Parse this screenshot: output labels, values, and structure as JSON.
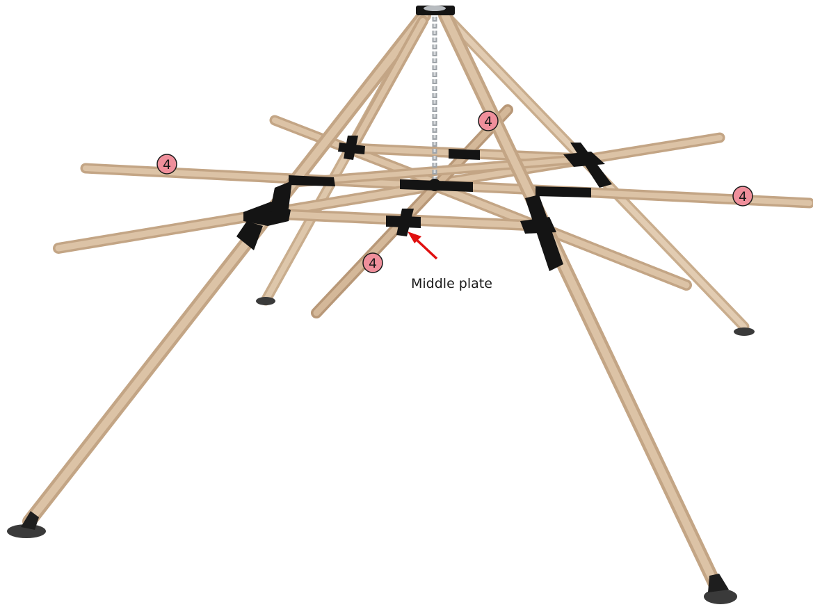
{
  "diagram": {
    "callouts": [
      {
        "id": "callout-left-beam",
        "number": "4"
      },
      {
        "id": "callout-top-beam",
        "number": "4"
      },
      {
        "id": "callout-right-beam",
        "number": "4"
      },
      {
        "id": "callout-front-beam",
        "number": "4"
      }
    ],
    "middle_plate_label": "Middle plate",
    "colors": {
      "wood": "#dcc3a6",
      "wood_edge": "#c3a585",
      "connector": "#141414",
      "chain": "#b8bcc0",
      "callout_fill": "#ef8f9b",
      "arrow": "#e01010",
      "base_plate": "#3a3a3a"
    }
  }
}
